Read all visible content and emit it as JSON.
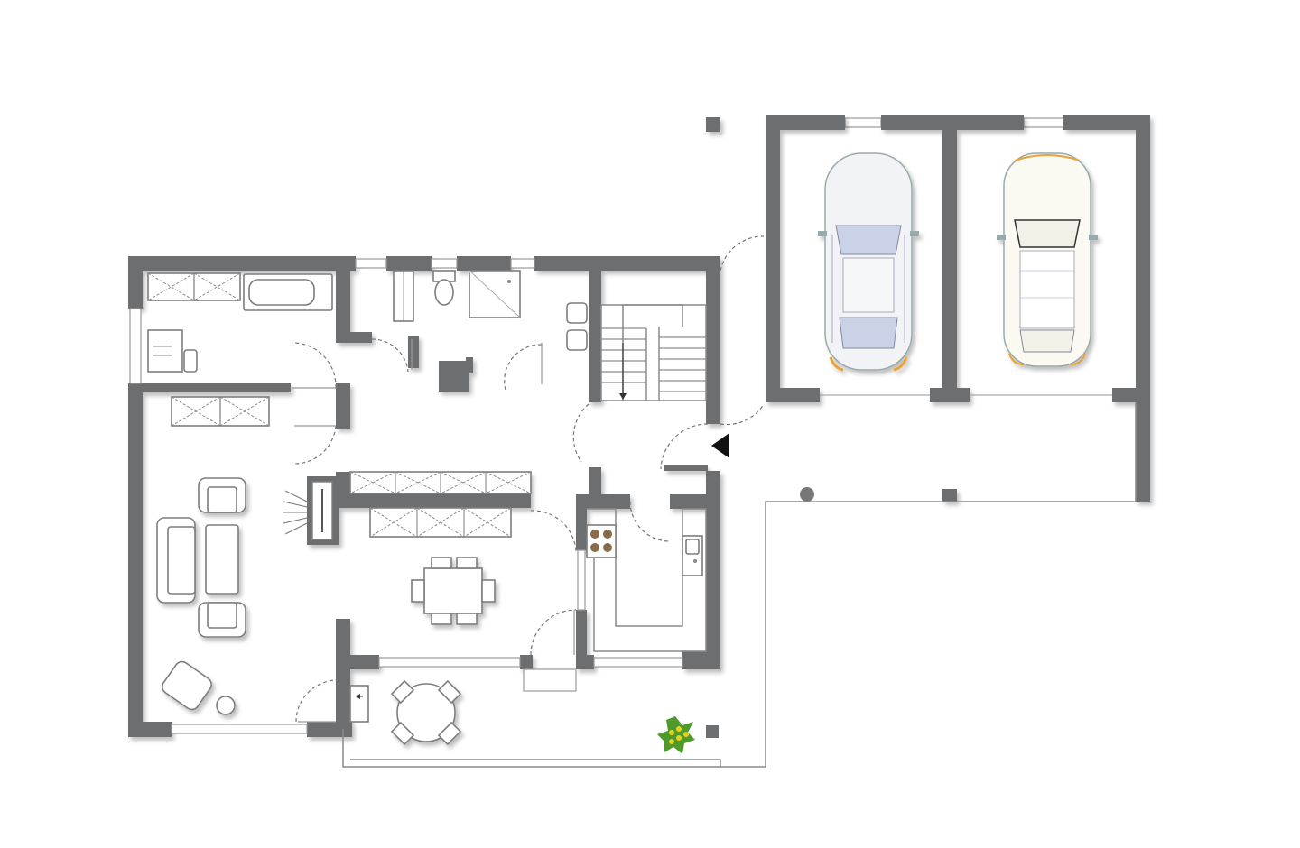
{
  "colors": {
    "wall": "#6d6e70",
    "car_body": "#f1f3f6",
    "car_glass": "#c9d2e6",
    "car_accent": "#e8a33a",
    "plant_leaf": "#4f9a2a",
    "plant_flower": "#e6d21c",
    "hob_burner": "#8a6a48"
  },
  "plan": {
    "rooms": [
      "utility-room",
      "wc",
      "bathroom",
      "stairwell",
      "hallway",
      "living-room",
      "dining-area",
      "kitchen",
      "terrace",
      "double-garage"
    ],
    "vehicles": [
      "sedan",
      "hatchback"
    ],
    "entrance_marker": "triangle-icon"
  }
}
